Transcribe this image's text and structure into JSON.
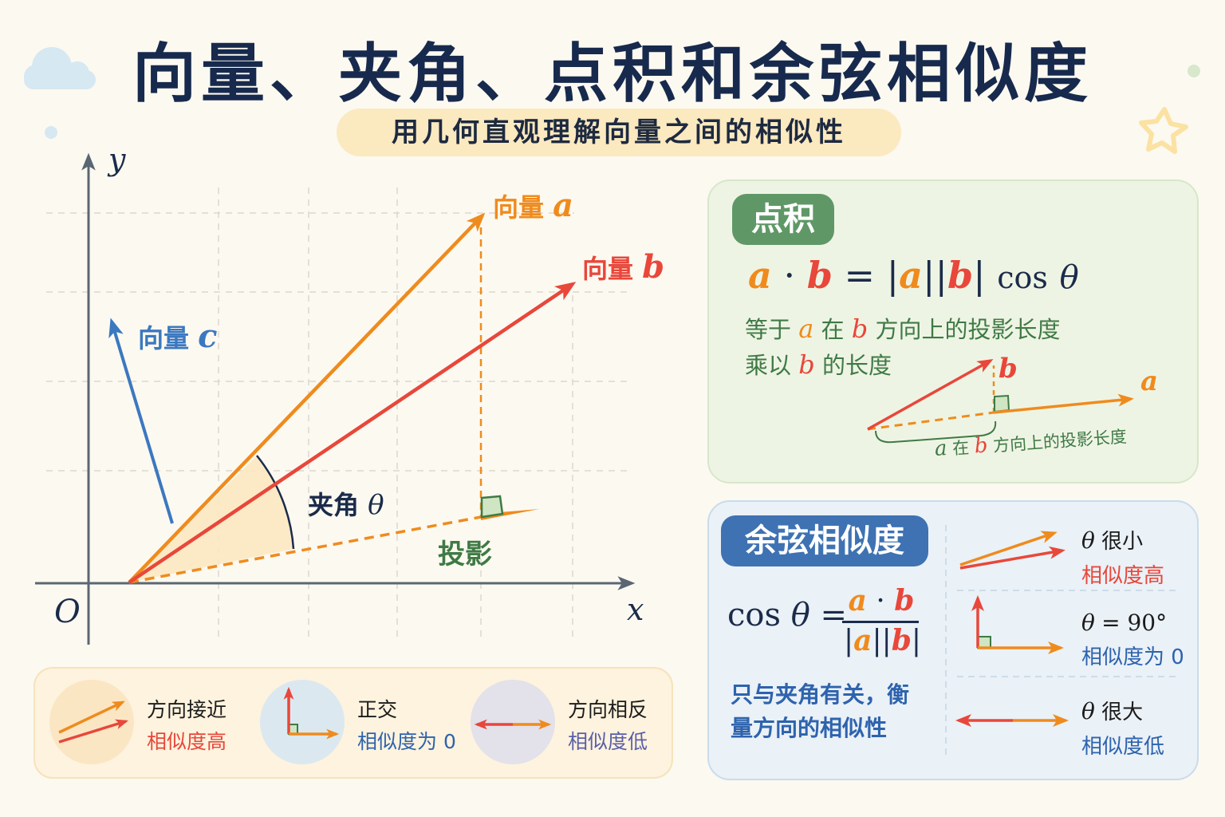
{
  "header": {
    "title": "向量、夹角、点积和余弦相似度",
    "subtitle": "用几何直观理解向量之间的相似性"
  },
  "colors": {
    "background": "#fcf9f1",
    "vector_a": "#ef8b1d",
    "vector_b": "#e8473a",
    "vector_c": "#3b78c0",
    "axis": "#5b6673",
    "green": "#3f7a45",
    "blue": "#2e63ad",
    "title": "#172a4d"
  },
  "diagram": {
    "axis_x_label": "x",
    "axis_y_label": "y",
    "origin_label": "O",
    "vector_a_label_cn": "向量",
    "vector_a_symbol": "a",
    "vector_b_label_cn": "向量",
    "vector_b_symbol": "b",
    "vector_c_label_cn": "向量",
    "vector_c_symbol": "c",
    "angle_label_cn": "夹角",
    "angle_symbol": "θ",
    "projection_label": "投影"
  },
  "legend": {
    "items": [
      {
        "title": "方向接近",
        "subtitle": "相似度高",
        "color": "#e8473a",
        "icon": "parallel-arrows-icon"
      },
      {
        "title": "正交",
        "subtitle": "相似度为 0",
        "color": "#2e63ad",
        "icon": "right-angle-arrows-icon"
      },
      {
        "title": "方向相反",
        "subtitle": "相似度低",
        "color": "#5a5fa8",
        "icon": "opposite-arrows-icon"
      }
    ]
  },
  "dot_product": {
    "tag": "点积",
    "formula": {
      "a": "a",
      "dot": "·",
      "b": "b",
      "eq": "=",
      "abs_a": "a",
      "abs_b": "b",
      "cos": "cos",
      "theta": "θ"
    },
    "desc_line1_pre": "等于",
    "desc_line1_a": "a",
    "desc_line1_mid": "在",
    "desc_line1_b": "b",
    "desc_line1_post": "方向上的投影长度",
    "desc_line2_pre": "乘以",
    "desc_line2_b": "b",
    "desc_line2_post": "的长度",
    "mini_label_a": "a",
    "mini_label_b": "b",
    "brace_a": "a",
    "brace_mid": "在",
    "brace_b": "b",
    "brace_post": "方向上的投影长度"
  },
  "cosine_similarity": {
    "tag": "余弦相似度",
    "formula": {
      "cos": "cos",
      "theta": "θ",
      "eq": "=",
      "num_a": "a",
      "dot": "·",
      "num_b": "b",
      "den_a": "a",
      "den_b": "b"
    },
    "desc_line1": "只与夹角有关，衡",
    "desc_line2": "量方向的相似性",
    "cases": [
      {
        "theta": "θ",
        "condition": "很小",
        "result": "相似度高",
        "result_color": "#e8473a"
      },
      {
        "theta": "θ",
        "condition": "= 90°",
        "result": "相似度为 0",
        "result_color": "#2e63ad"
      },
      {
        "theta": "θ",
        "condition": "很大",
        "result": "相似度低",
        "result_color": "#2e63ad"
      }
    ]
  }
}
